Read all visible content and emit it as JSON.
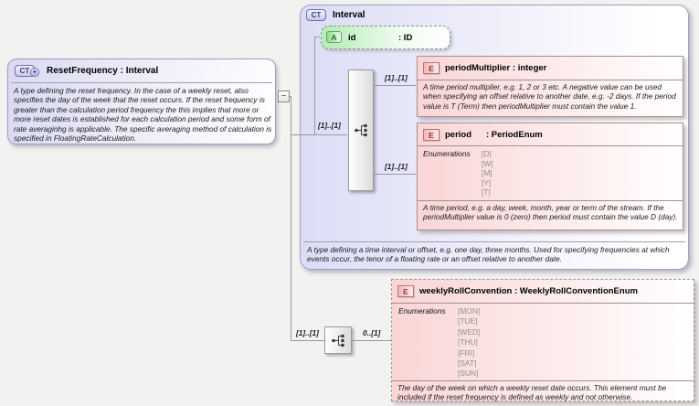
{
  "icons": {
    "ct": "CT",
    "plus": "+",
    "a": "A",
    "e": "E",
    "minus": "−"
  },
  "colors": {
    "purple_fill": "#dcdcf6",
    "pink_fill": "#fad5d5",
    "green_fill": "#b4ecb4",
    "line": "#9a9a9a"
  },
  "reset_frequency": {
    "title": "ResetFrequency : Interval",
    "description": "A type defining the reset frequency. In the case of a weekly reset, also specifies the day of the week that the reset occurs. If the reset frequency is greater than the calculation period frequency the this implies that more or more reset dates is established for each calculation period and some form of rate averaginhg is applicable. The specific averaging method of calculation is specified in FloatingRateCalculation."
  },
  "interval": {
    "title": "Interval",
    "description": "A type defining a time interval or offset, e.g. one day, three months. Used for specifying frequencies at which events occur, the tenor of a floating rate or an offset relative to another date.",
    "attribute_id": {
      "name": "id",
      "type": ": ID"
    },
    "period_multiplier": {
      "name": "periodMultiplier : integer",
      "description": "A time period multiplier, e.g. 1, 2 or 3 etc. A negative value can be used when specifying an offset relative to another date, e.g. -2 days. If the period value is T (Term) then periodMultiplier must contain the value 1."
    },
    "period": {
      "name": "period",
      "type": ": PeriodEnum",
      "enum_label": "Enumerations",
      "enums": [
        "[D]",
        "[W]",
        "[M]",
        "[Y]",
        "[T]"
      ],
      "description": "A time period, e.g. a day, week, month, year or term of the stream. If the periodMultiplier value is 0 (zero) then period must contain the value D (day)."
    }
  },
  "weekly_roll_convention": {
    "name": "weeklyRollConvention : WeeklyRollConventionEnum",
    "enum_label": "Enumerations",
    "enums": [
      "[MON]",
      "[TUE]",
      "[WED]",
      "[THU]",
      "[FRI]",
      "[SAT]",
      "[SUN]"
    ],
    "description": "The day of the week on which a weekly reset date occurs. This element must be included if the reset frequency is defined as weekly and not otherwise."
  },
  "labels": {
    "seq1_occurs": "[1]..[1]",
    "period_multiplier_occurs": "[1]..[1]",
    "period_occurs": "[1]..[1]",
    "seq2_occurs": "[1]..[1]",
    "weekly_roll_occurs": "0..[1]"
  }
}
